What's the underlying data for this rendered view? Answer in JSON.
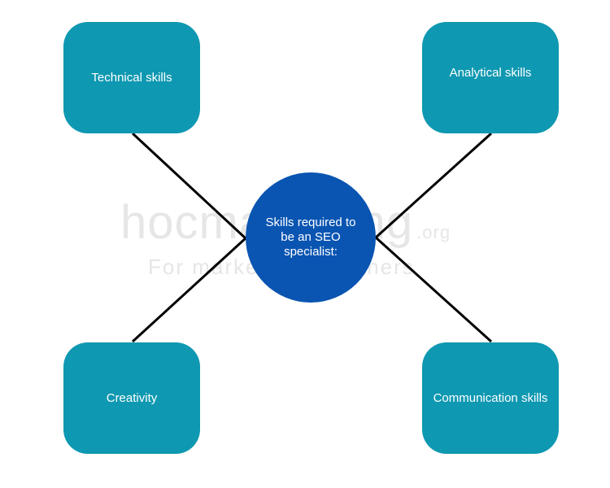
{
  "diagram": {
    "center_label": "Skills required to be an SEO specialist:",
    "nodes": [
      {
        "label": "Technical skills"
      },
      {
        "label": "Analytical skills"
      },
      {
        "label": "Creativity"
      },
      {
        "label": "Communication skills"
      }
    ]
  },
  "watermark": {
    "main": "hocmarketing",
    "suffix": ".org",
    "tagline": "For marketing beginners"
  },
  "colors": {
    "node_fill": "#0f98b1",
    "center_fill": "#0a55b2",
    "connector": "#000000",
    "text": "#ffffff",
    "watermark": "#e6e6e6"
  }
}
